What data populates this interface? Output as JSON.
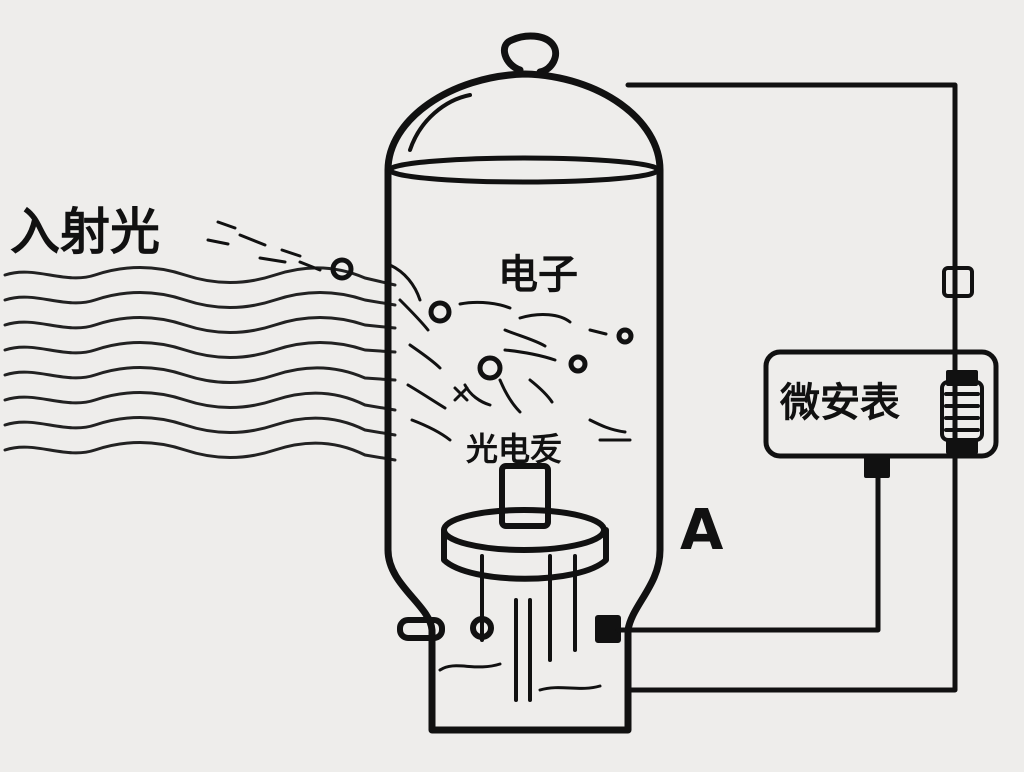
{
  "labels": {
    "incident_light": "入射光",
    "electron": "电子",
    "photocathode": "光电叐",
    "anode": "A",
    "microammeter": "微安表"
  },
  "colors": {
    "background": "#eeedeb",
    "ink": "#111111"
  },
  "icons": [
    "electron-circle-icon",
    "light-wave-icon",
    "meter-resistor-icon"
  ]
}
